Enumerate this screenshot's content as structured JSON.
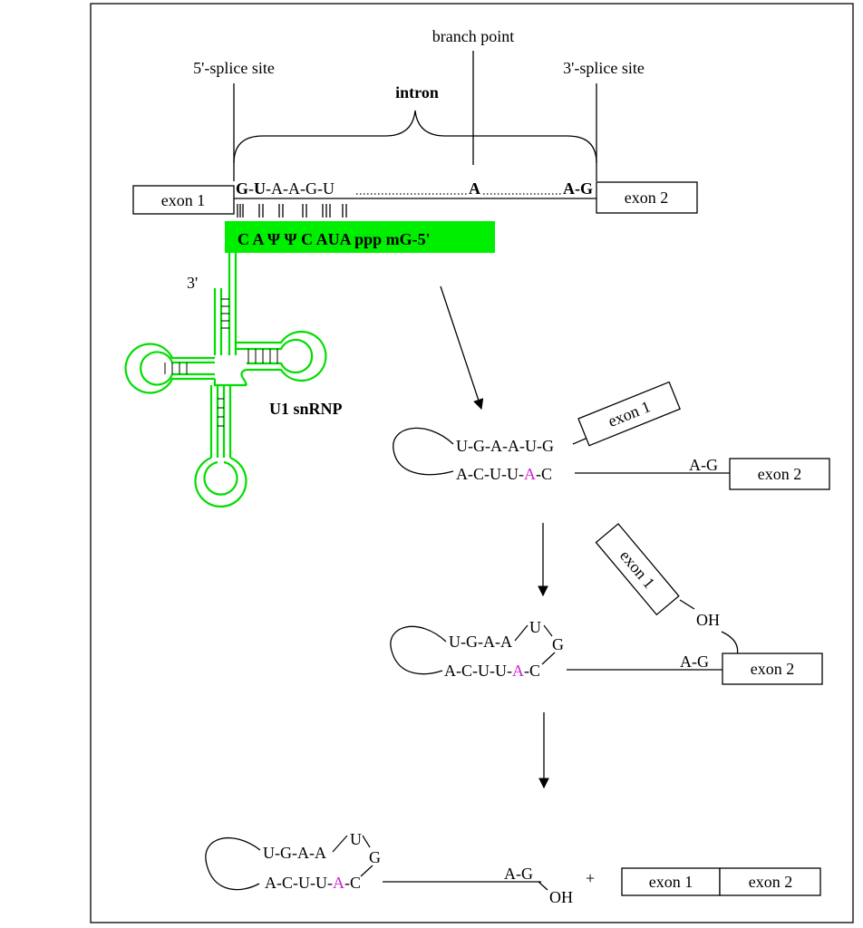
{
  "colors": {
    "highlight": "#cc22cc",
    "green_bar": "#00ee00",
    "snrnp_outline": "#00dd00"
  },
  "top": {
    "branch_point": "branch point",
    "five_prime_site": "5'-splice site",
    "three_prime_site": "3'-splice site",
    "intron": "intron",
    "exon1": "exon 1",
    "exon2": "exon 2",
    "seq": {
      "g1": "G",
      "d1": "-",
      "u1": "U",
      "rest": "-A-A-G-U",
      "branch_a": "A",
      "ag": "A-G"
    },
    "u1_seq": "C A Ψ Ψ C AUA ppp mG-5'",
    "three_prime_end": "3'",
    "snrnp_label": "U1 snRNP"
  },
  "step1": {
    "top_strand": "U-G-A-A-U-G",
    "bottom_before": "A-C-U-U-",
    "bottom_a": "A",
    "bottom_after": "-C",
    "exon1": "exon 1",
    "ag": "A-G",
    "exon2": "exon 2"
  },
  "step2": {
    "exon1": "exon 1",
    "oh": "OH",
    "top_strand": "U-G-A-A",
    "top_u": "U",
    "top_g": "G",
    "bottom_before": "A-C-U-U-",
    "bottom_a": "A",
    "bottom_after": "-C",
    "ag": "A-G",
    "exon2": "exon 2"
  },
  "step3": {
    "top_strand": "U-G-A-A",
    "top_u": "U",
    "top_g": "G",
    "bottom_before": "A-C-U-U-",
    "bottom_a": "A",
    "bottom_after": "-C",
    "ag": "A-G",
    "oh": "OH",
    "plus": "+",
    "exon1": "exon 1",
    "exon2": "exon 2"
  }
}
